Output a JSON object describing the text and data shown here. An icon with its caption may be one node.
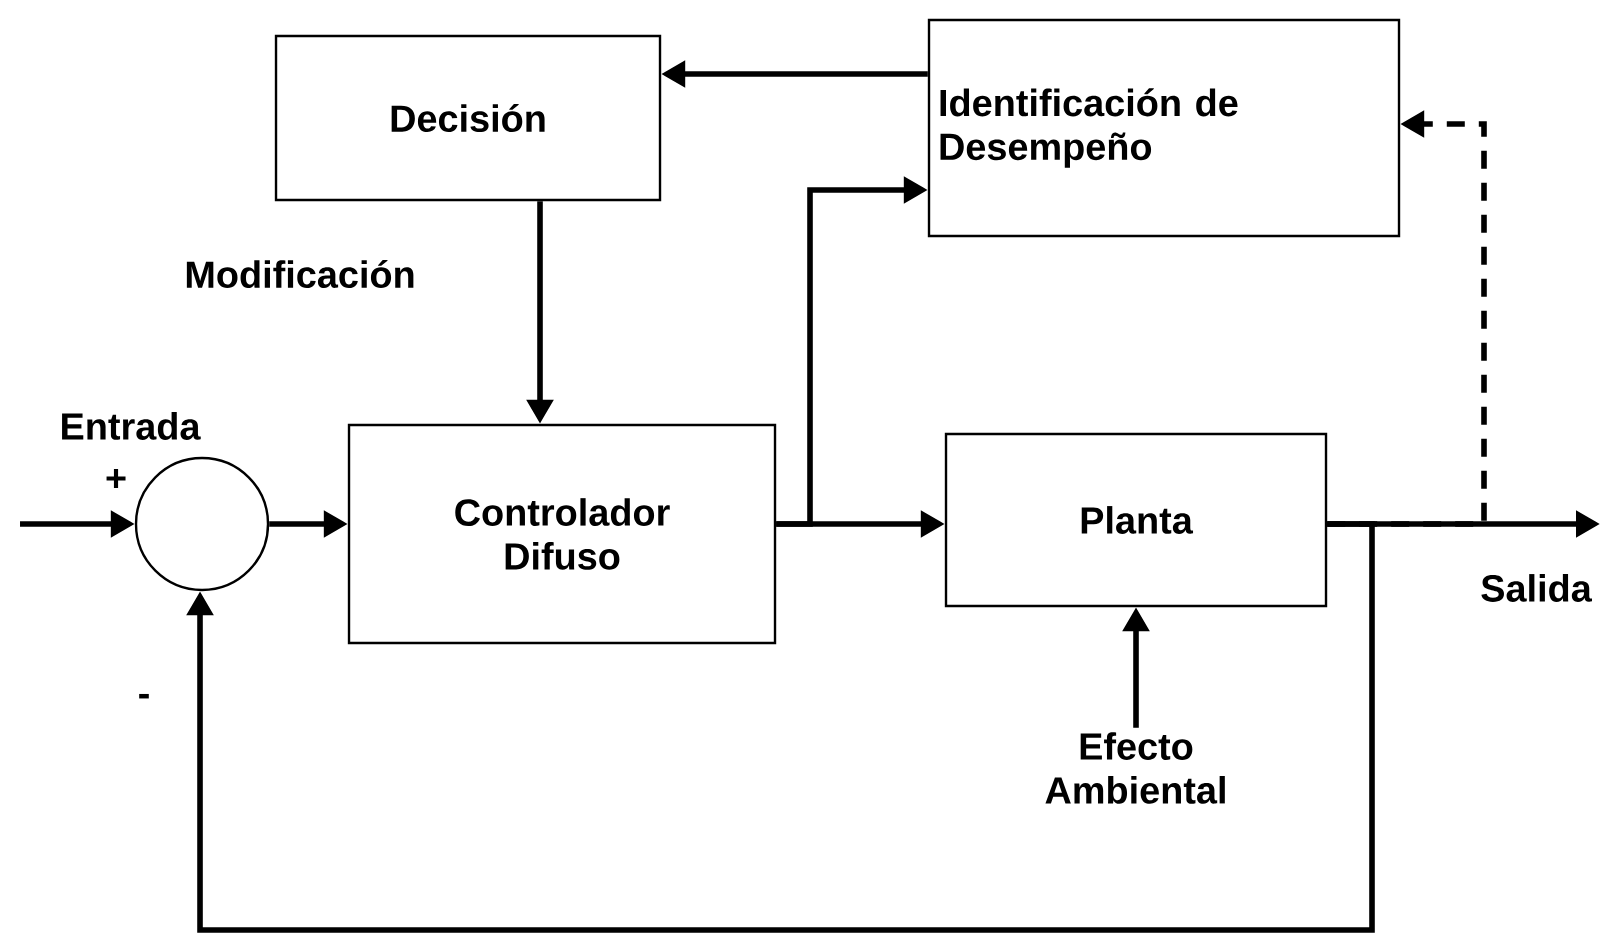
{
  "diagram": {
    "nodes": [
      {
        "text": [
          "Decisión"
        ]
      },
      {
        "text": [
          "Identificación de Desempeño"
        ]
      },
      {
        "text": [],
        "shape": "circle"
      },
      {
        "text": [
          "Controlador Difuso"
        ]
      },
      {
        "text": [
          "Planta"
        ]
      },
      {
        "text": [
          "Efecto Ambiental"
        ]
      }
    ],
    "edges": [
      {
        "from": 1,
        "to": 0,
        "arrow": "to"
      },
      {
        "from": 0,
        "to": 3,
        "arrow": "to",
        "label": "Modificación"
      },
      {
        "from": null,
        "to": 2,
        "arrow": "to"
      },
      {
        "from": 2,
        "to": 3,
        "arrow": "to"
      },
      {
        "from": 3,
        "to": 4,
        "arrow": "to"
      },
      {
        "from": 3,
        "to": 1,
        "arrow": "to"
      },
      {
        "from": 4,
        "to": null,
        "arrow": "to"
      },
      {
        "from": 4,
        "to": 2,
        "arrow": "to"
      },
      {
        "from": 4,
        "to": 1,
        "arrow": "to",
        "style": "dashed"
      },
      {
        "from": 5,
        "to": 4,
        "arrow": "to"
      }
    ],
    "labels": [
      "Entrada",
      "+",
      "-",
      "Salida"
    ]
  }
}
